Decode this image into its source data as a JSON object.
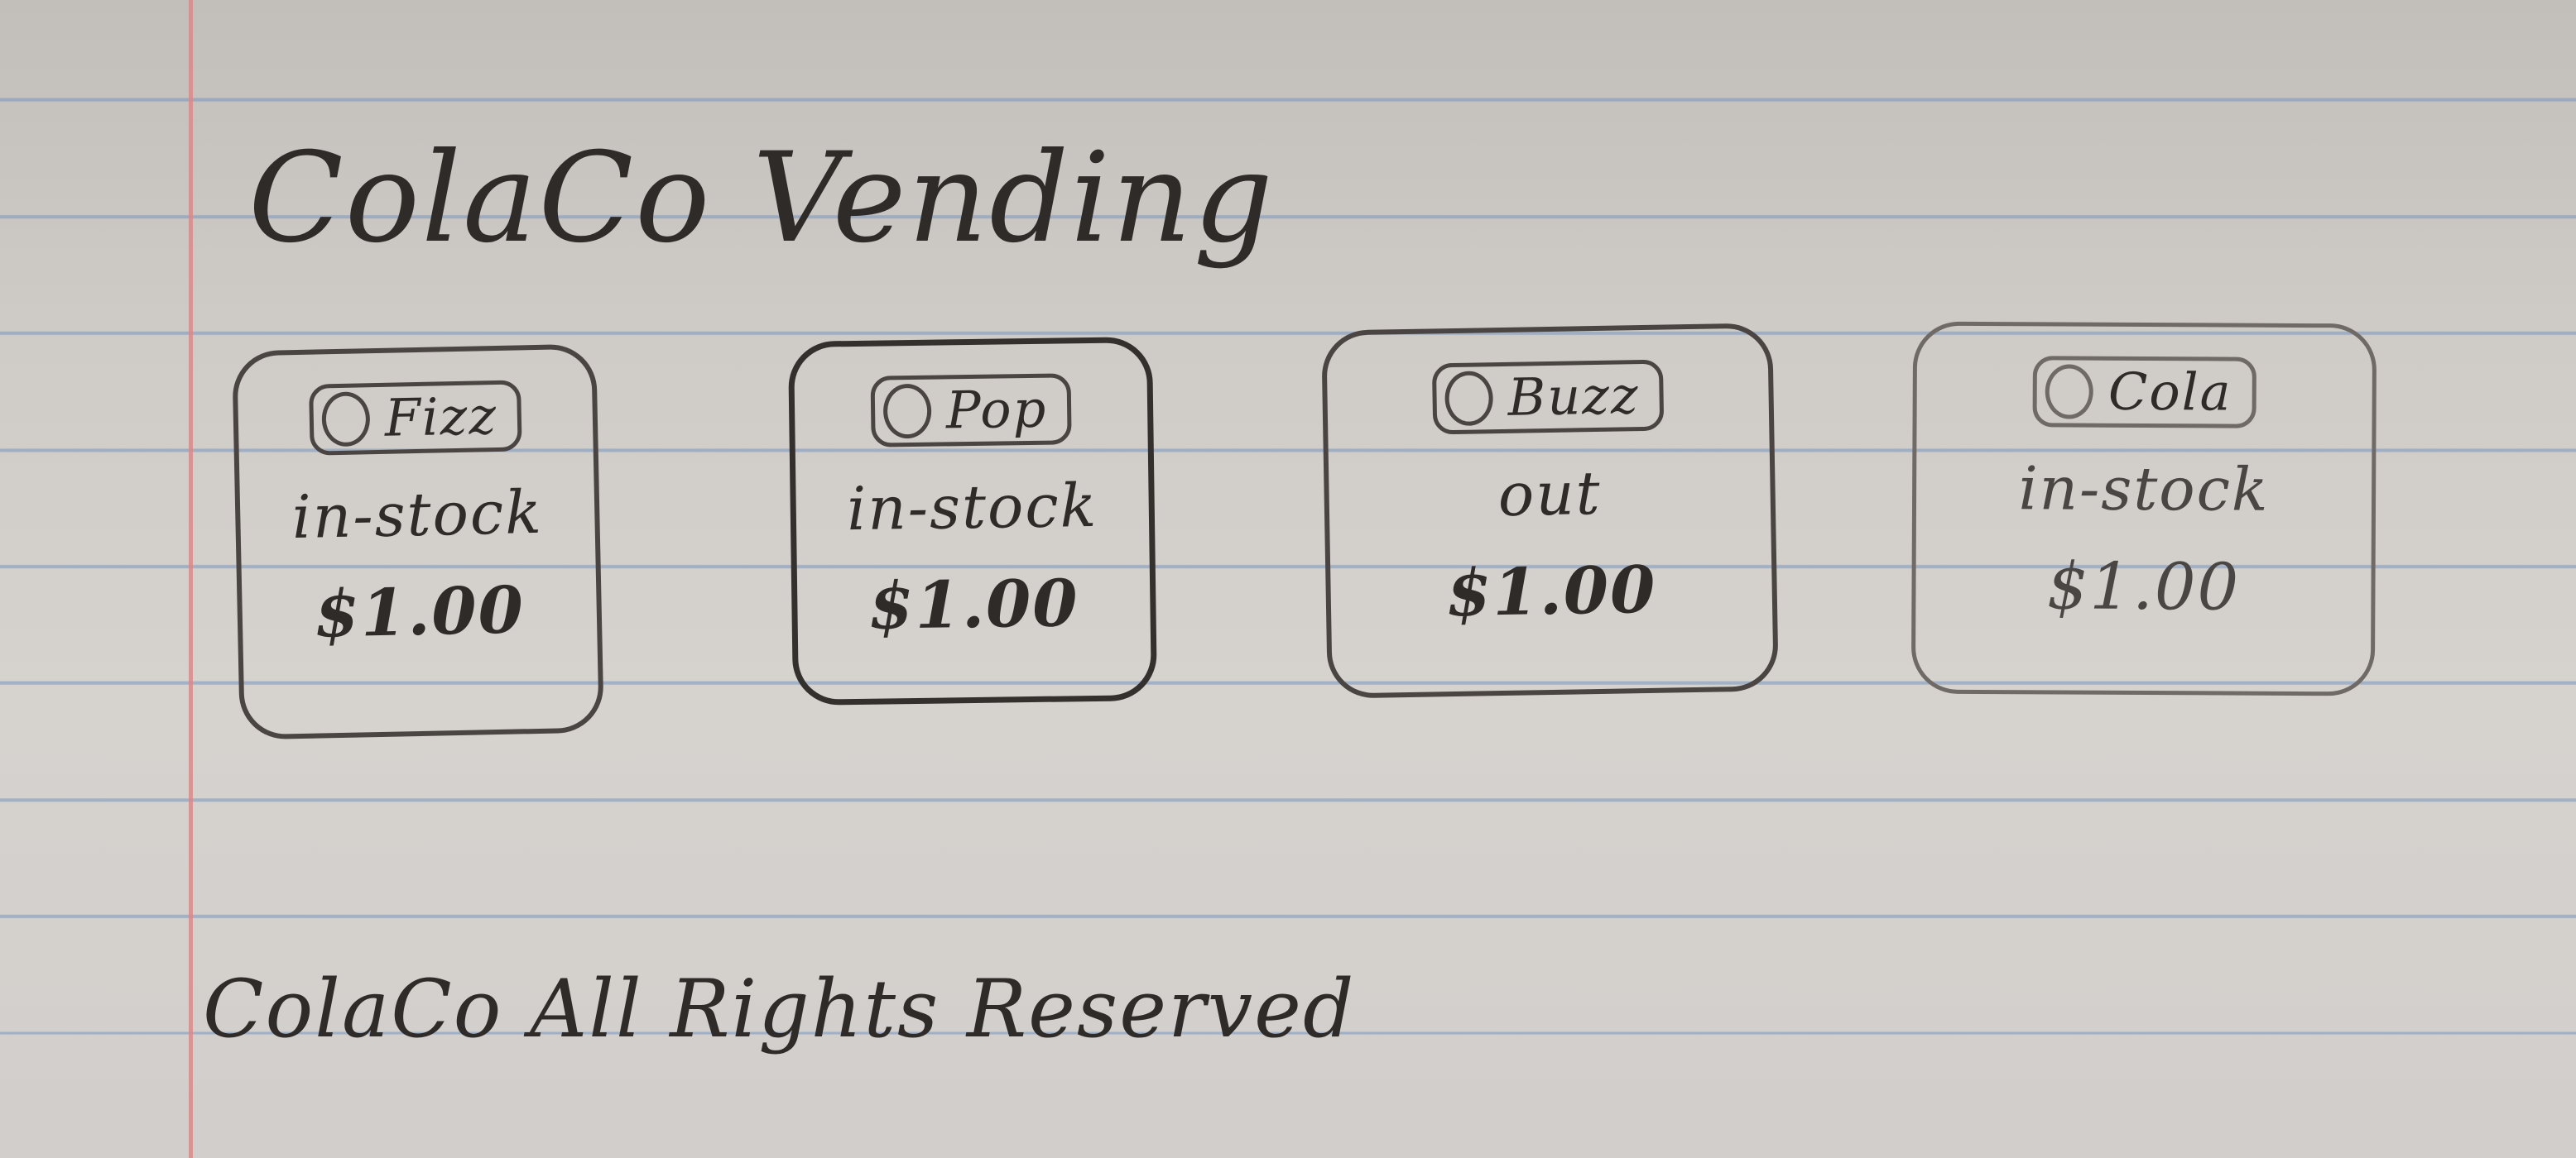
{
  "header": {
    "title": "ColaCo Vending"
  },
  "products": [
    {
      "name": "Fizz",
      "stock": "in-stock",
      "price": "$1.00"
    },
    {
      "name": "Pop",
      "stock": "in-stock",
      "price": "$1.00"
    },
    {
      "name": "Buzz",
      "stock": "out",
      "price": "$1.00"
    },
    {
      "name": "Cola",
      "stock": "in-stock",
      "price": "$1.00"
    }
  ],
  "footer": {
    "text": "ColaCo All Rights Reserved"
  },
  "colors": {
    "paper": "#d2cecb",
    "rule_line": "#7896be",
    "margin_line": "#d98a8a",
    "pencil": "#2f2b28"
  }
}
